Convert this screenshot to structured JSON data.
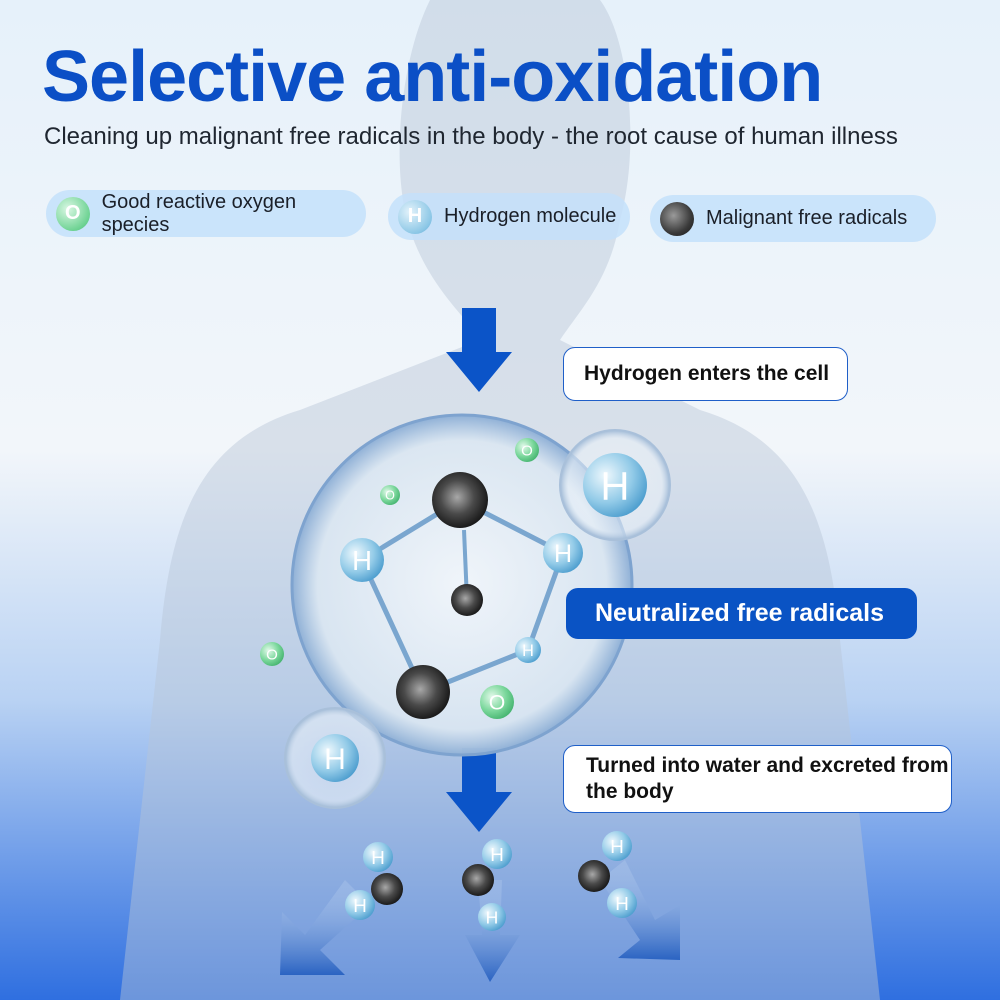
{
  "header": {
    "title": "Selective anti-oxidation",
    "subtitle": "Cleaning up malignant free radicals in the body - the root cause of human illness"
  },
  "legend": [
    {
      "label": "Good reactive oxygen species",
      "symbol": "O",
      "icon": "oxygen-atom-icon"
    },
    {
      "label": "Hydrogen molecule",
      "symbol": "H",
      "icon": "hydrogen-atom-icon"
    },
    {
      "label": "Malignant free radicals",
      "symbol": "",
      "icon": "free-radical-icon"
    }
  ],
  "steps": {
    "enter": "Hydrogen enters the cell",
    "neutralized": "Neutralized free radicals",
    "excreted": "Turned into water and excreted from the body"
  },
  "atoms": {
    "o": "O",
    "h": "H"
  },
  "colors": {
    "accent": "#0a53c4",
    "oxygen": "#6fd394",
    "hydrogen": "#8cc7e6",
    "radical": "#2a2a2a"
  }
}
